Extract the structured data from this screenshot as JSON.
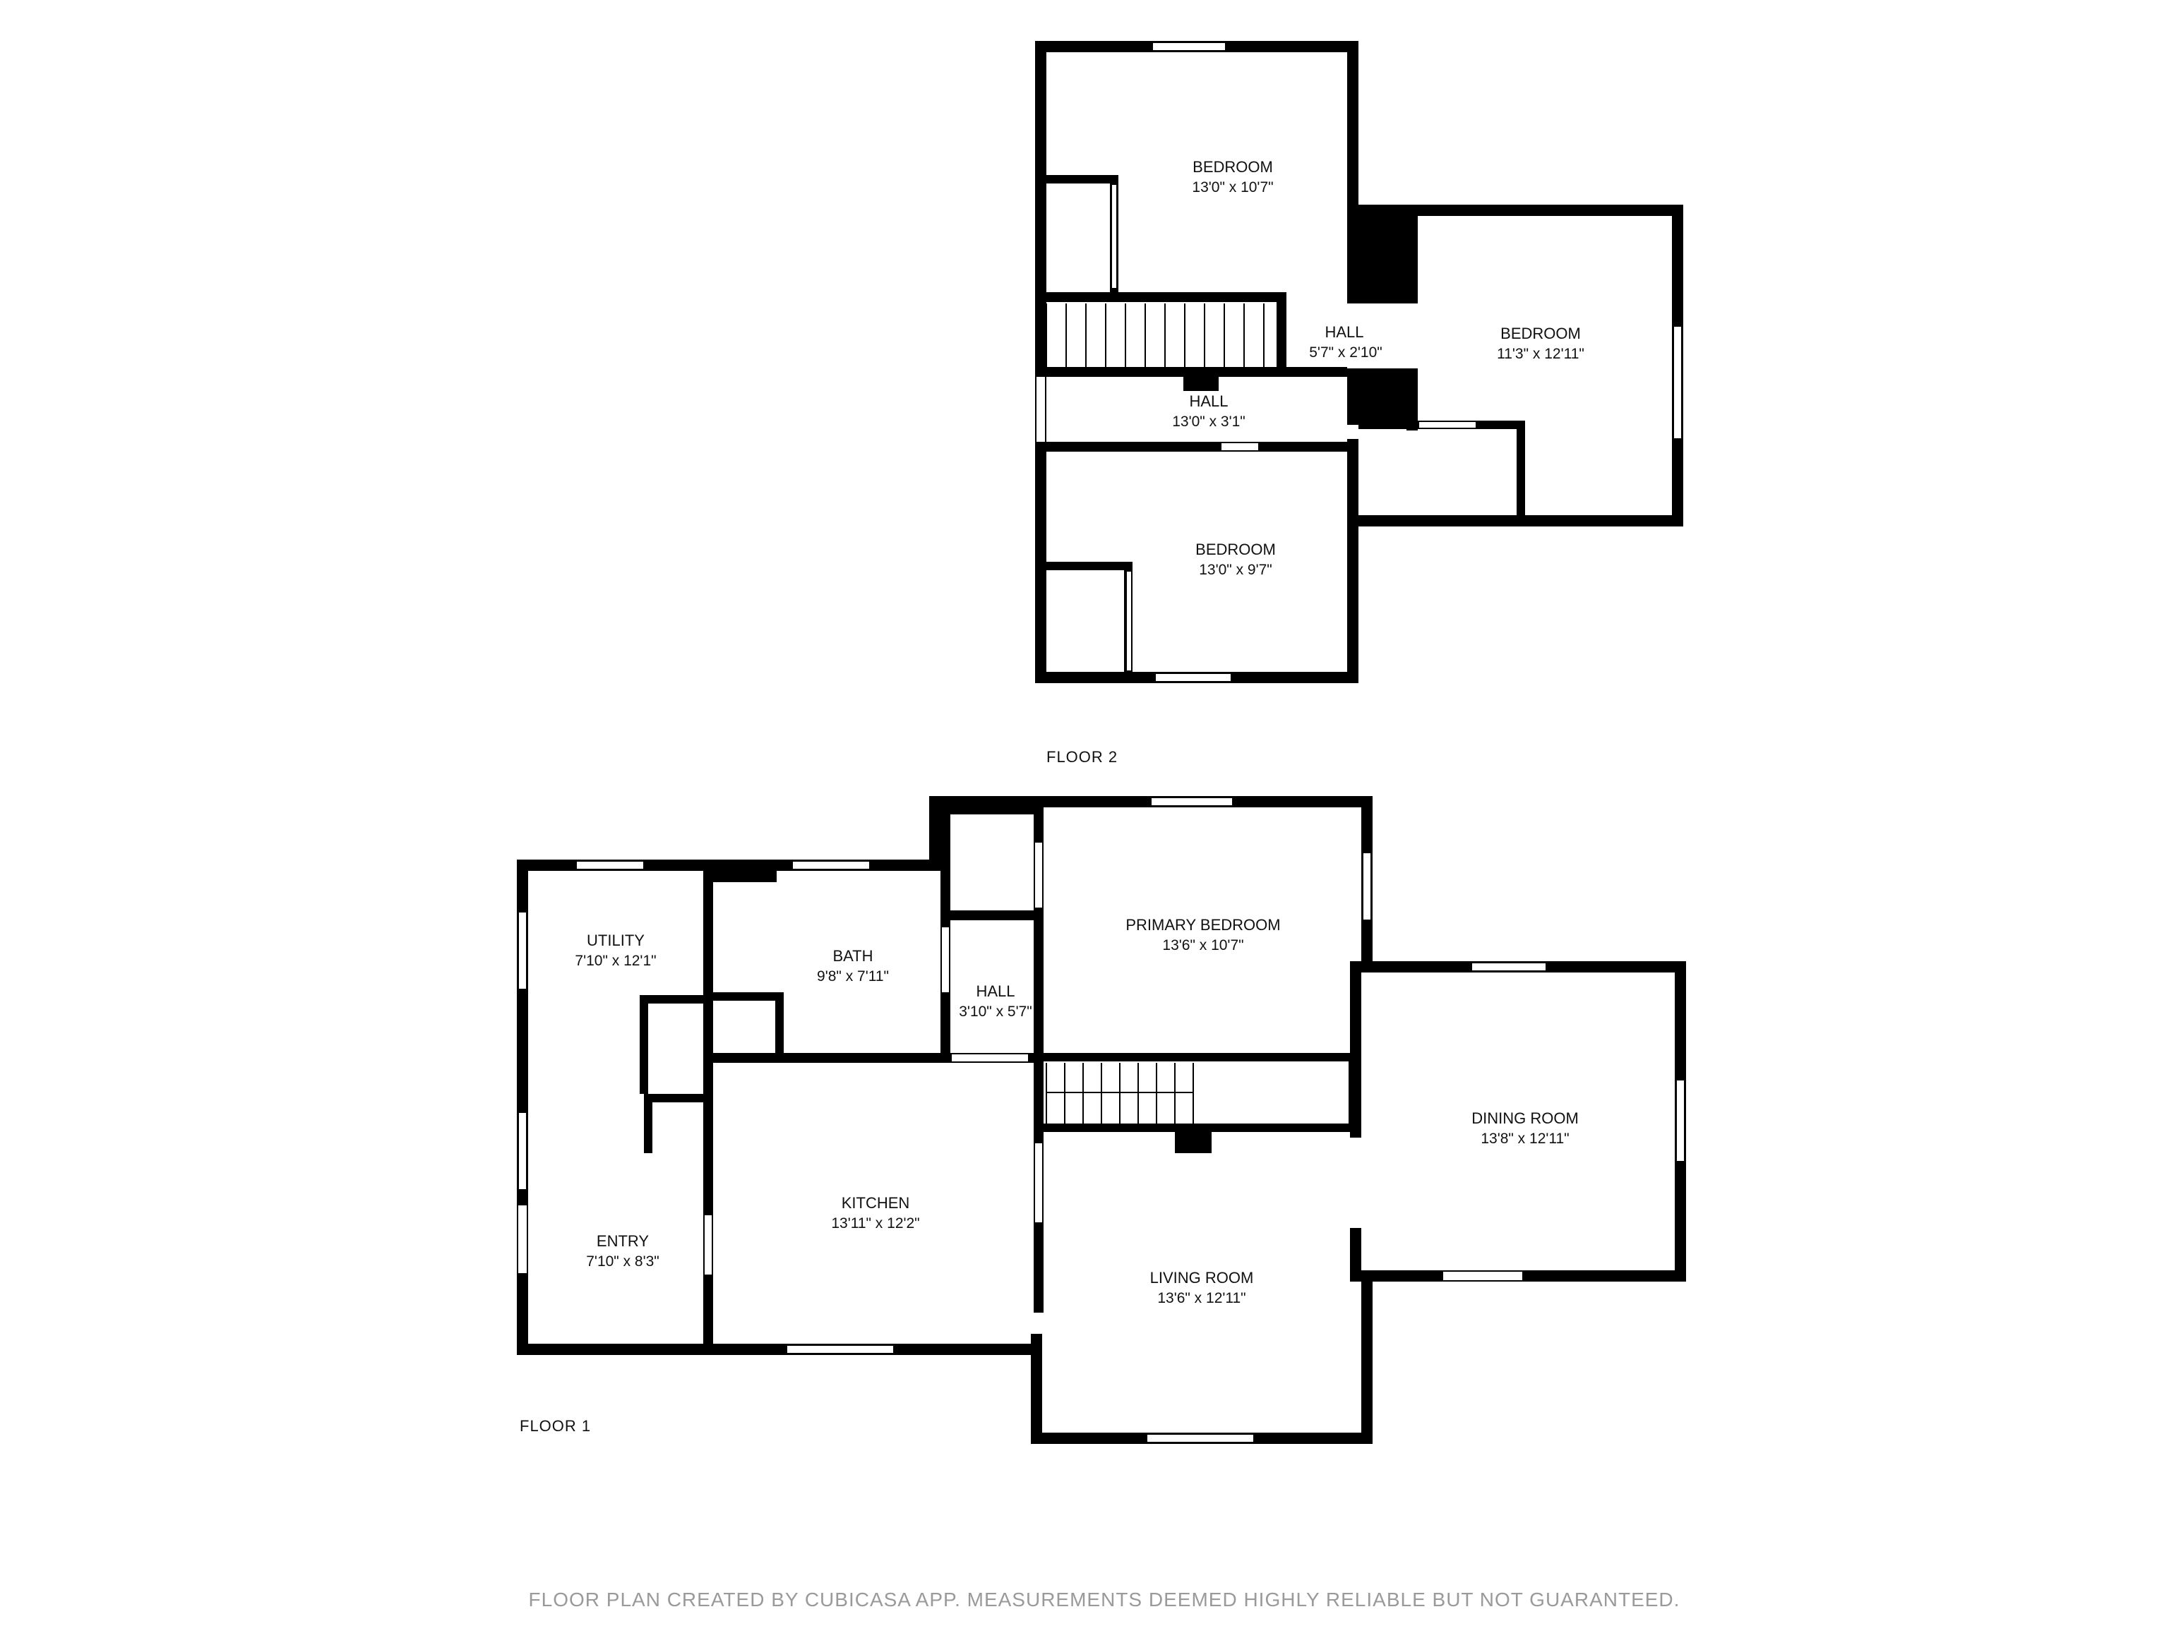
{
  "floors": {
    "floor2": {
      "label": "FLOOR 2"
    },
    "floor1": {
      "label": "FLOOR 1"
    }
  },
  "rooms": {
    "f2_bedroom_top": {
      "name": "BEDROOM",
      "dims": "13'0\" x 10'7\""
    },
    "f2_bedroom_right": {
      "name": "BEDROOM",
      "dims": "11'3\" x 12'11\""
    },
    "f2_hall_small": {
      "name": "HALL",
      "dims": "5'7\" x 2'10\""
    },
    "f2_hall_long": {
      "name": "HALL",
      "dims": "13'0\" x 3'1\""
    },
    "f2_bedroom_bottom": {
      "name": "BEDROOM",
      "dims": "13'0\" x 9'7\""
    },
    "f1_utility": {
      "name": "UTILITY",
      "dims": "7'10\" x 12'1\""
    },
    "f1_bath": {
      "name": "BATH",
      "dims": "9'8\" x 7'11\""
    },
    "f1_hall": {
      "name": "HALL",
      "dims": "3'10\" x 5'7\""
    },
    "f1_primary": {
      "name": "PRIMARY BEDROOM",
      "dims": "13'6\" x 10'7\""
    },
    "f1_dining": {
      "name": "DINING ROOM",
      "dims": "13'8\" x 12'11\""
    },
    "f1_kitchen": {
      "name": "KITCHEN",
      "dims": "13'11\" x 12'2\""
    },
    "f1_entry": {
      "name": "ENTRY",
      "dims": "7'10\" x 8'3\""
    },
    "f1_living": {
      "name": "LIVING ROOM",
      "dims": "13'6\" x 12'11\""
    }
  },
  "footer": {
    "text": "FLOOR PLAN CREATED BY CUBICASA APP. MEASUREMENTS DEEMED HIGHLY RELIABLE BUT NOT GUARANTEED."
  },
  "colors": {
    "wall": "#000000",
    "background": "#ffffff",
    "footer_text": "#9a9a9a"
  }
}
